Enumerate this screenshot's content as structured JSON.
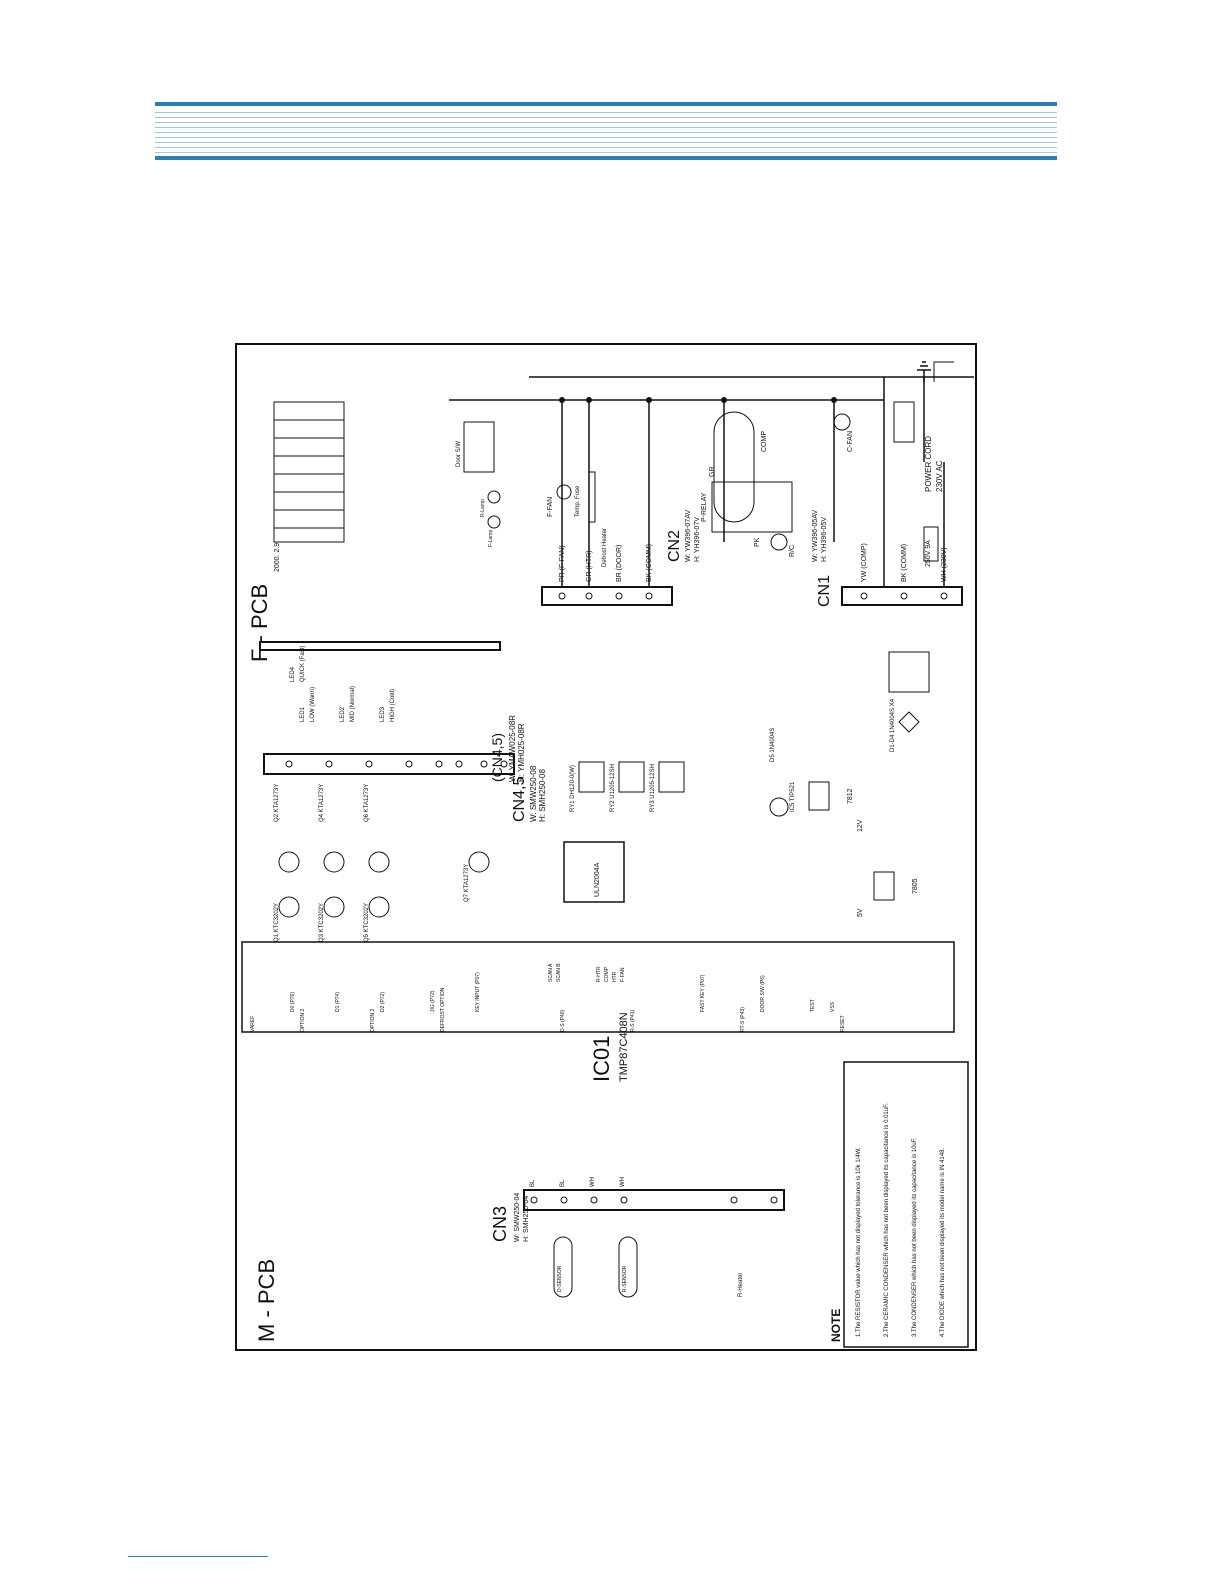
{
  "header": {
    "title": ""
  },
  "schematic": {
    "f_pcb_label": "F - PCB",
    "m_pcb_label": "M - PCB",
    "date": "2000. 2.9",
    "cn45_title": "(CN4,5)",
    "cn45_w": "W: YMAW025-08R",
    "cn45_h": "H: YMH025-08R",
    "cn45_lower": "CN4,5",
    "cn45_lower_w": "W: SMW250-08",
    "cn45_lower_h": "H: SMH250-08",
    "cn2_title": "CN2",
    "cn2_w": "W: YW396-07AV",
    "cn2_h": "H: YH396-07V",
    "cn1_title": "CN1",
    "cn1_w": "W: YW396-05AV",
    "cn1_h": "H: YH396-05V",
    "cn3_title": "CN3",
    "cn3_w": "W: SMW250-04",
    "cn3_h": "H: SMH250-04",
    "ic01_title": "IC01",
    "ic01_part": "TMP87C408N",
    "ic2_part": "ULN2004A",
    "power_cord": "POWER CORD",
    "power_ac": "230V AC",
    "fuse_rating": "250V 9A",
    "cn2_pins": [
      "PR (F-FAN)",
      "GR (HTR)",
      "BR (DOOR)",
      "BK (COMM)"
    ],
    "cn1_pins": [
      "YW (COMP)",
      "BK (COMM)",
      "WH (230V)"
    ],
    "cn3_pins": [
      "BL",
      "BL",
      "WH",
      "WH"
    ],
    "loads": [
      "Door S/W",
      "F-FAN",
      "Temp. Fuse",
      "Defrost Heater",
      "P-RELAY",
      "COMP",
      "C-FAN",
      "R-Lamp",
      "F-Lamp",
      "PK",
      "R/C",
      "GR"
    ],
    "sensors": [
      "D-SENSOR",
      "R-SENSOR",
      "R-Heater"
    ],
    "relays": [
      "RY1 DH120-0(W)",
      "RY2 U1205-12SH",
      "RY3 U1205-12SH"
    ],
    "regulators": [
      "7812",
      "7805"
    ],
    "rails": [
      "12V",
      "5V"
    ],
    "transistors": [
      "Q1 KTC3202Y",
      "Q2 KTA1273Y",
      "Q3 KTC3202Y",
      "Q4 KTA1273Y",
      "Q5 KTC3202Y",
      "Q6 KTA1273Y",
      "Q7 KTA1273Y",
      "IC5 TIP521"
    ],
    "leds": [
      "LED1",
      "LED2",
      "LED3",
      "LED4"
    ],
    "led_labels": [
      "LOW (Warm)",
      "MID (Normal)",
      "HIGH (Cold)",
      "QUICK (Fast)"
    ],
    "diodes": [
      "D1-D4 1N4004S X4",
      "D5 1N4004S"
    ],
    "ic01_pins": [
      "D0 (P76)",
      "D1 (P74)",
      "D2 (P72)",
      "JIG (P72)",
      "KEY INPUT (P07)",
      "FAST KEY (P07)",
      "DOOR S/W (P6)",
      "TEST",
      "VSS",
      "VAREF",
      "OPTION 2",
      "OPTION 2",
      "DEFROST OPTION",
      "D-S (P40)",
      "R-S (P41)",
      "RT-S (P43)",
      "RESET",
      "SCAN A",
      "SCAN B",
      "R-HTR",
      "COMP",
      "HTR",
      "F-FAN"
    ],
    "note_title": "NOTE",
    "notes": [
      "1.The RESISTOR value which has not displayed tolerance is 10k 1/4W.",
      "2.The CERAMIC CONDENSER which has not been displayed its capacitance is 0.01uF.",
      "3.The CONDENSER which has not been displayed its capacitance is 10uF.",
      "4.The DIODE which has not been displayed its model name is IN 4148."
    ]
  }
}
